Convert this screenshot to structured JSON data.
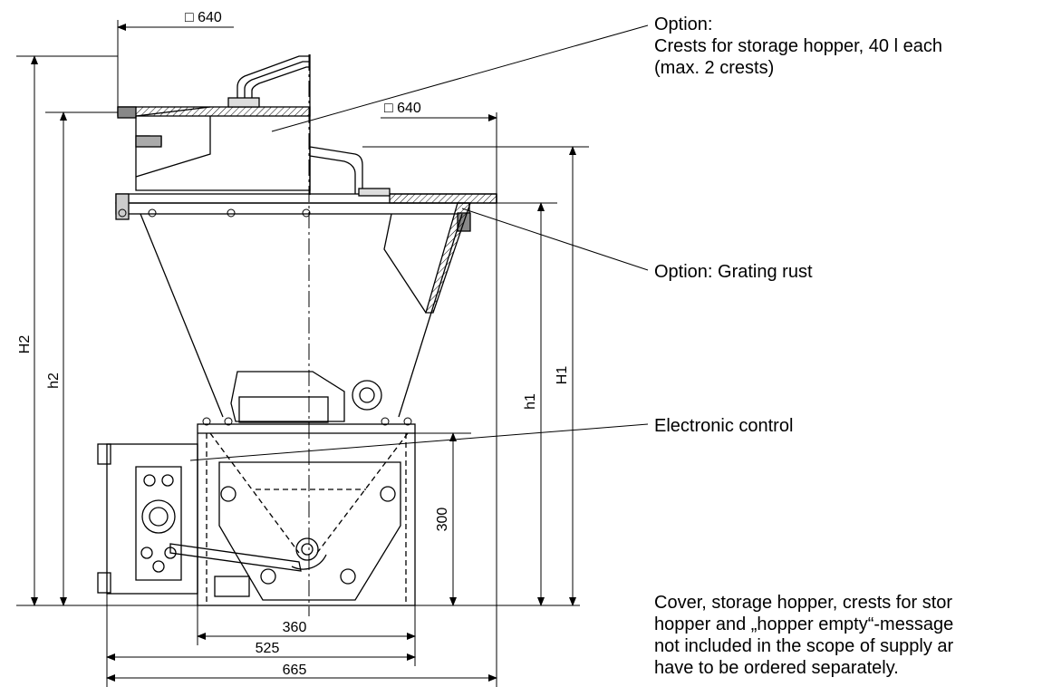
{
  "callouts": {
    "crests_line1": "Option:",
    "crests_line2": "Crests for storage hopper, 40 l each",
    "crests_line3": "(max. 2 crests)",
    "grating": "Option: Grating rust",
    "control": "Electronic control",
    "cover_line1": "Cover, storage hopper, crests for stor",
    "cover_line2": "hopper and „hopper empty“-message",
    "cover_line3": "not included in the scope of supply ar",
    "cover_line4": "have to be ordered separately."
  },
  "dimensions": {
    "crest_square": "□ 640",
    "hopper_square": "□ 640",
    "h_300": "300",
    "w_360": "360",
    "w_525": "525",
    "w_665": "665",
    "H2": "H2",
    "h2": "h2",
    "h1": "h1",
    "H1": "H1"
  }
}
